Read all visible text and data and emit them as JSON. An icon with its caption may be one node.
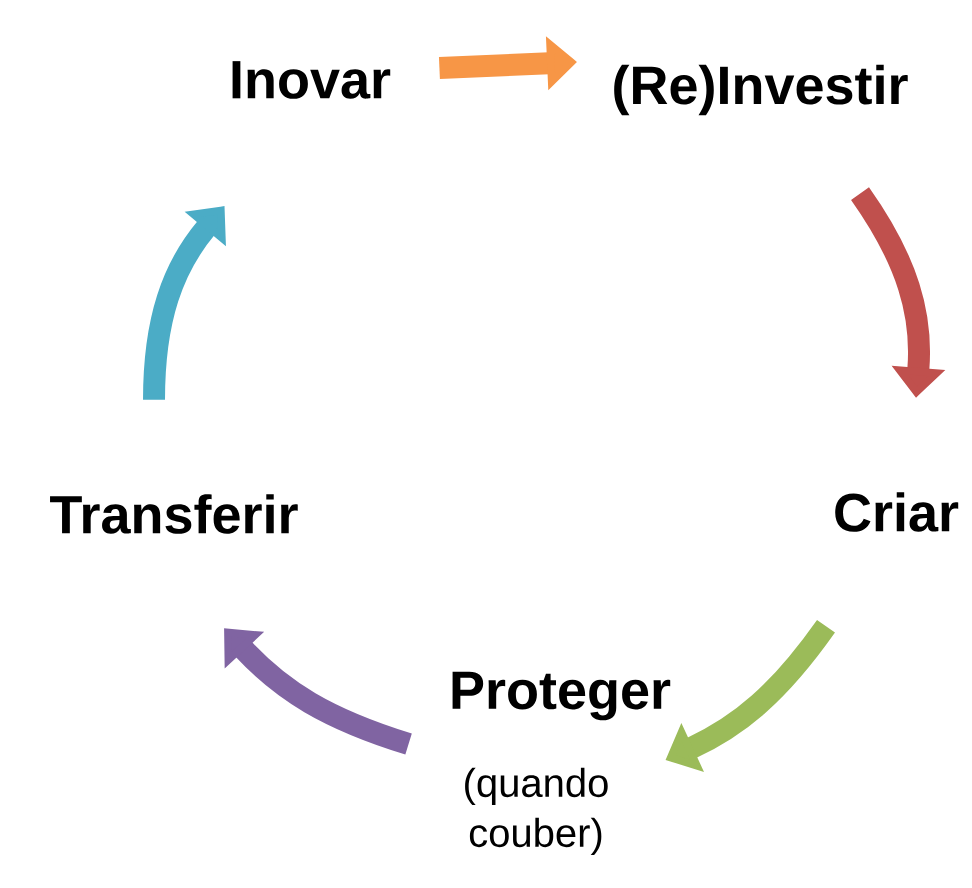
{
  "diagram": {
    "nodes": [
      {
        "text": [
          "Inovar"
        ]
      },
      {
        "text": [
          "(Re)Investir"
        ]
      },
      {
        "text": [
          "Criar"
        ]
      },
      {
        "text": [
          "Proteger"
        ],
        "beside": [
          "(quando couber)"
        ]
      },
      {
        "text": [
          "Transferir"
        ]
      }
    ],
    "edges": [
      {
        "from": 0,
        "to": 1,
        "arrow": "to",
        "color": "#f79646"
      },
      {
        "from": 1,
        "to": 2,
        "arrow": "to",
        "color": "#c0504d"
      },
      {
        "from": 2,
        "to": 3,
        "arrow": "to",
        "color": "#9bbb59"
      },
      {
        "from": 3,
        "to": 4,
        "arrow": "to",
        "color": "#8064a2"
      },
      {
        "from": 4,
        "to": 0,
        "arrow": "to",
        "color": "#4bacc6"
      }
    ]
  }
}
